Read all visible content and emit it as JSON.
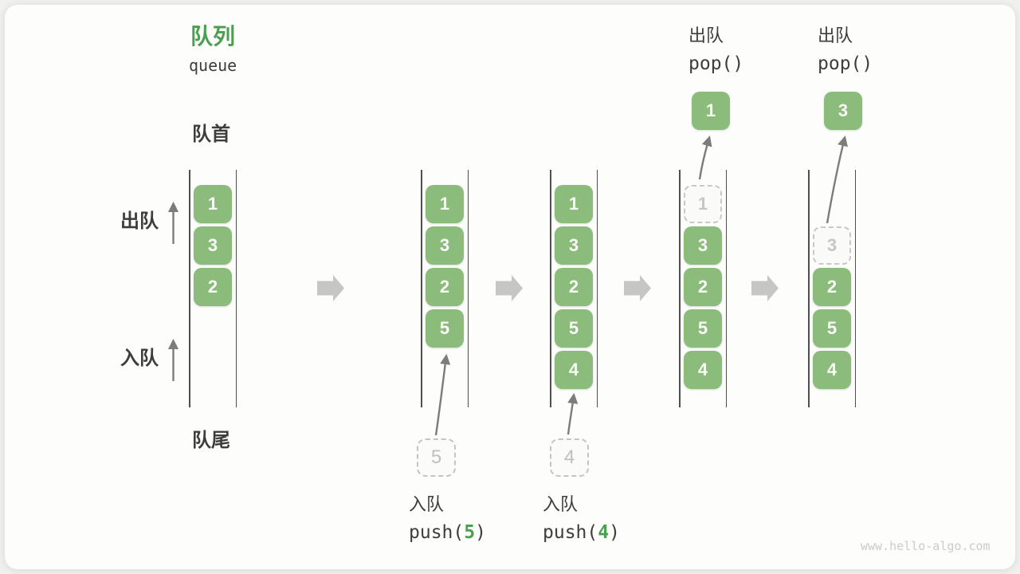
{
  "title": {
    "zh": "队列",
    "en": "queue"
  },
  "labels": {
    "front": "队首",
    "rear": "队尾",
    "dequeue_side": "出队",
    "enqueue_side": "入队"
  },
  "colors": {
    "accent_green": "#4C9F50",
    "box_green": "#8BBC7C",
    "text_dark": "#3D3D3D",
    "ghost_gray": "#C6C6C6",
    "arrow_gray": "#808080",
    "block_arrow_gray": "#C6C6C4",
    "line_gray": "#4F4F4F"
  },
  "states": [
    {
      "cells": [
        {
          "slot": 1,
          "v": "1",
          "type": "solid"
        },
        {
          "slot": 2,
          "v": "3",
          "type": "solid"
        },
        {
          "slot": 3,
          "v": "2",
          "type": "solid"
        }
      ]
    },
    {
      "cells": [
        {
          "slot": 1,
          "v": "1",
          "type": "solid"
        },
        {
          "slot": 2,
          "v": "3",
          "type": "solid"
        },
        {
          "slot": 3,
          "v": "2",
          "type": "solid"
        },
        {
          "slot": 4,
          "v": "5",
          "type": "solid"
        }
      ]
    },
    {
      "cells": [
        {
          "slot": 1,
          "v": "1",
          "type": "solid"
        },
        {
          "slot": 2,
          "v": "3",
          "type": "solid"
        },
        {
          "slot": 3,
          "v": "2",
          "type": "solid"
        },
        {
          "slot": 4,
          "v": "5",
          "type": "solid"
        },
        {
          "slot": 5,
          "v": "4",
          "type": "solid"
        }
      ]
    },
    {
      "cells": [
        {
          "slot": 1,
          "v": "1",
          "type": "ghost"
        },
        {
          "slot": 2,
          "v": "3",
          "type": "solid"
        },
        {
          "slot": 3,
          "v": "2",
          "type": "solid"
        },
        {
          "slot": 4,
          "v": "5",
          "type": "solid"
        },
        {
          "slot": 5,
          "v": "4",
          "type": "solid"
        }
      ]
    },
    {
      "cells": [
        {
          "slot": 2,
          "v": "3",
          "type": "ghost"
        },
        {
          "slot": 3,
          "v": "2",
          "type": "solid"
        },
        {
          "slot": 4,
          "v": "5",
          "type": "solid"
        },
        {
          "slot": 5,
          "v": "4",
          "type": "solid"
        }
      ]
    }
  ],
  "push_ops": [
    {
      "label": "入队",
      "staged_value": "5",
      "code": {
        "prefix": "push(",
        "arg": "5",
        "suffix": ")"
      }
    },
    {
      "label": "入队",
      "staged_value": "4",
      "code": {
        "prefix": "push(",
        "arg": "4",
        "suffix": ")"
      }
    }
  ],
  "pop_ops": [
    {
      "label": "出队",
      "code": "pop()",
      "popped_value": "1"
    },
    {
      "label": "出队",
      "code": "pop()",
      "popped_value": "3"
    }
  ],
  "watermark": "www.hello-algo.com"
}
